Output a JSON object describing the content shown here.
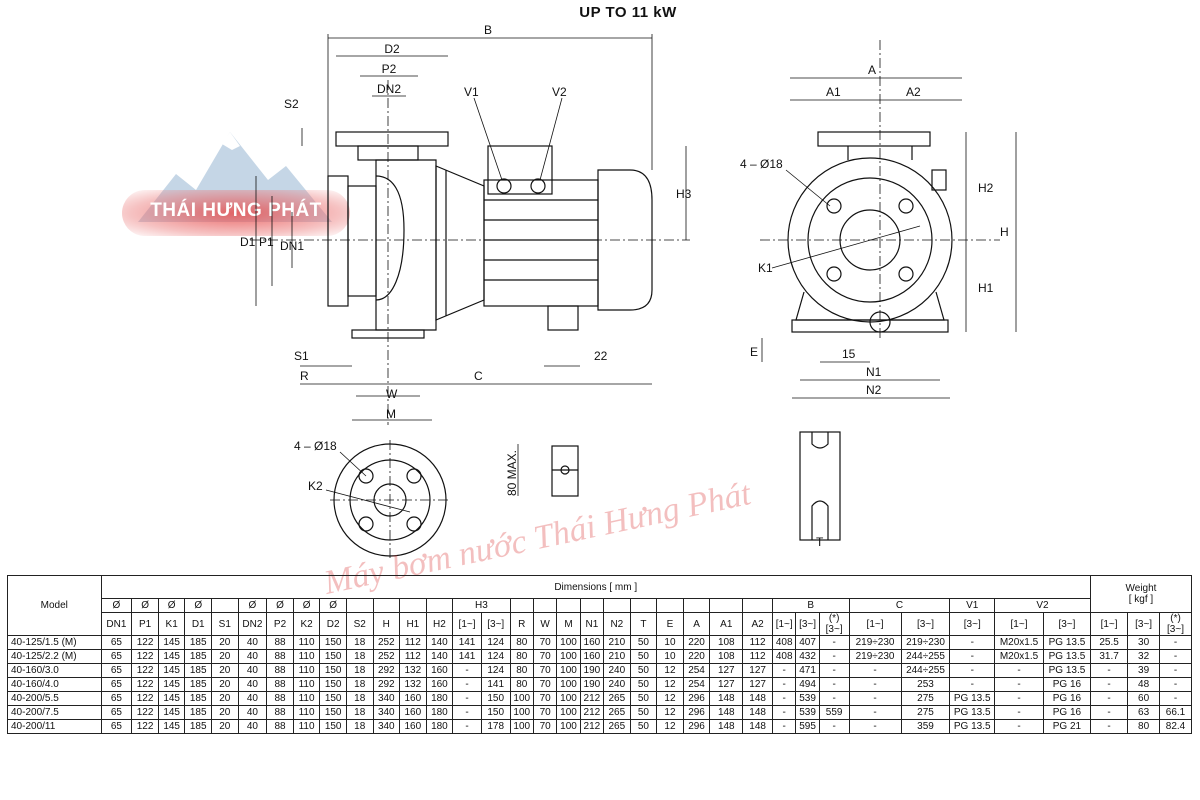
{
  "title": "UP TO 11 kW",
  "logo_text": "THÁI HƯNG PHÁT",
  "watermark": "Máy bơm nước Thái Hưng Phát",
  "drawing_labels": {
    "B": "B",
    "D2": "D2",
    "P2": "P2",
    "DN2": "DN2",
    "S2": "S2",
    "V1": "V1",
    "V2": "V2",
    "H3": "H3",
    "D1": "D1",
    "P1": "P1",
    "DN1": "DN1",
    "S1": "S1",
    "R": "R",
    "C": "C",
    "dim22": "22",
    "W": "W",
    "M": "M",
    "holes1": "4 – Ø18",
    "K2": "K2",
    "max80": "80 MAX.",
    "A": "A",
    "A1": "A1",
    "A2": "A2",
    "holes2": "4 – Ø18",
    "K1": "K1",
    "H2": "H2",
    "H": "H",
    "H1": "H1",
    "E": "E",
    "dim15": "15",
    "N1": "N1",
    "N2": "N2",
    "T": "T"
  },
  "table": {
    "model_header": "Model",
    "dimensions_header": "Dimensions [ mm ]",
    "weight_header": "Weight\n[ kgf ]",
    "phi": "Ø",
    "h3": "H3",
    "b": "B",
    "c": "C",
    "v1": "V1",
    "v2": "V2",
    "cols": [
      "DN1",
      "P1",
      "K1",
      "D1",
      "S1",
      "DN2",
      "P2",
      "K2",
      "D2",
      "S2",
      "H",
      "H1",
      "H2",
      "[1~]",
      "[3~]",
      "R",
      "W",
      "M",
      "N1",
      "N2",
      "T",
      "E",
      "A",
      "A1",
      "A2",
      "[1~]",
      "[3~]",
      "(*)\n[3~]",
      "[1~]",
      "[3~]",
      "[3~]",
      "[1~]",
      "[3~]",
      "[1~]",
      "[3~]",
      "(*)\n[3~]"
    ],
    "rows": [
      [
        "40-125/1.5 (M)",
        "65",
        "122",
        "145",
        "185",
        "20",
        "40",
        "88",
        "110",
        "150",
        "18",
        "252",
        "112",
        "140",
        "141",
        "124",
        "80",
        "70",
        "100",
        "160",
        "210",
        "50",
        "10",
        "220",
        "108",
        "112",
        "408",
        "407",
        "-",
        "219÷230",
        "219÷230",
        "-",
        "M20x1.5",
        "PG 13.5",
        "25.5",
        "30",
        "-"
      ],
      [
        "40-125/2.2 (M)",
        "65",
        "122",
        "145",
        "185",
        "20",
        "40",
        "88",
        "110",
        "150",
        "18",
        "252",
        "112",
        "140",
        "141",
        "124",
        "80",
        "70",
        "100",
        "160",
        "210",
        "50",
        "10",
        "220",
        "108",
        "112",
        "408",
        "432",
        "-",
        "219÷230",
        "244÷255",
        "-",
        "M20x1.5",
        "PG 13.5",
        "31.7",
        "32",
        "-"
      ],
      [
        "40-160/3.0",
        "65",
        "122",
        "145",
        "185",
        "20",
        "40",
        "88",
        "110",
        "150",
        "18",
        "292",
        "132",
        "160",
        "-",
        "124",
        "80",
        "70",
        "100",
        "190",
        "240",
        "50",
        "12",
        "254",
        "127",
        "127",
        "-",
        "471",
        "-",
        "-",
        "244÷255",
        "-",
        "-",
        "PG 13.5",
        "-",
        "39",
        "-"
      ],
      [
        "40-160/4.0",
        "65",
        "122",
        "145",
        "185",
        "20",
        "40",
        "88",
        "110",
        "150",
        "18",
        "292",
        "132",
        "160",
        "-",
        "141",
        "80",
        "70",
        "100",
        "190",
        "240",
        "50",
        "12",
        "254",
        "127",
        "127",
        "-",
        "494",
        "-",
        "-",
        "253",
        "-",
        "-",
        "PG 16",
        "-",
        "48",
        "-"
      ],
      [
        "40-200/5.5",
        "65",
        "122",
        "145",
        "185",
        "20",
        "40",
        "88",
        "110",
        "150",
        "18",
        "340",
        "160",
        "180",
        "-",
        "150",
        "100",
        "70",
        "100",
        "212",
        "265",
        "50",
        "12",
        "296",
        "148",
        "148",
        "-",
        "539",
        "-",
        "-",
        "275",
        "PG 13.5",
        "-",
        "PG 16",
        "-",
        "60",
        "-"
      ],
      [
        "40-200/7.5",
        "65",
        "122",
        "145",
        "185",
        "20",
        "40",
        "88",
        "110",
        "150",
        "18",
        "340",
        "160",
        "180",
        "-",
        "150",
        "100",
        "70",
        "100",
        "212",
        "265",
        "50",
        "12",
        "296",
        "148",
        "148",
        "-",
        "539",
        "559",
        "-",
        "275",
        "PG 13.5",
        "-",
        "PG 16",
        "-",
        "63",
        "66.1"
      ],
      [
        "40-200/11",
        "65",
        "122",
        "145",
        "185",
        "20",
        "40",
        "88",
        "110",
        "150",
        "18",
        "340",
        "160",
        "180",
        "-",
        "178",
        "100",
        "70",
        "100",
        "212",
        "265",
        "50",
        "12",
        "296",
        "148",
        "148",
        "-",
        "595",
        "-",
        "-",
        "359",
        "PG 13.5",
        "-",
        "PG 21",
        "-",
        "80",
        "82.4"
      ]
    ]
  }
}
